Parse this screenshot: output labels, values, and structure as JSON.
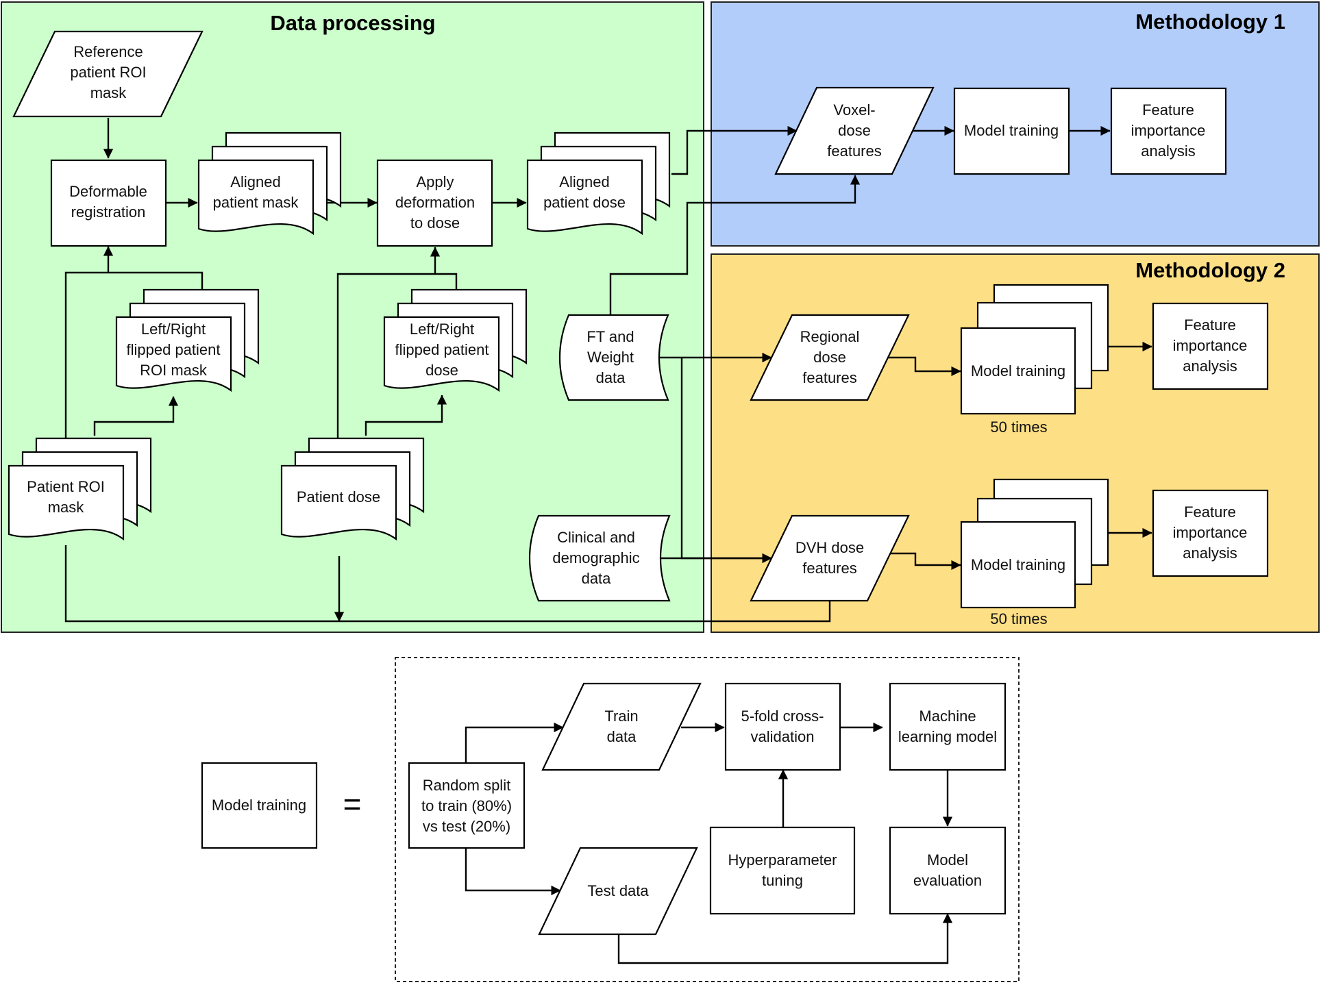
{
  "panels": {
    "data_processing": "Data processing",
    "methodology_1": "Methodology 1",
    "methodology_2": "Methodology 2"
  },
  "colors": {
    "data_processing_bg": "#ccffcc",
    "methodology_1_bg": "#b3cdfb",
    "methodology_2_bg": "#fddf86",
    "stroke": "#000000"
  },
  "nodes": {
    "reference_mask": [
      "Reference",
      "patient ROI",
      "mask"
    ],
    "deformable_registration": [
      "Deformable",
      "registration"
    ],
    "aligned_mask": [
      "Aligned",
      "patient mask"
    ],
    "apply_deformation": [
      "Apply",
      "deformation",
      "to dose"
    ],
    "aligned_dose": [
      "Aligned",
      "patient dose"
    ],
    "flipped_mask": [
      "Left/Right",
      "flipped patient",
      "ROI mask"
    ],
    "flipped_dose": [
      "Left/Right",
      "flipped patient",
      "dose"
    ],
    "ft_weight": [
      "FT and",
      "Weight",
      "data"
    ],
    "patient_roi_mask": [
      "Patient ROI",
      "mask"
    ],
    "patient_dose": [
      "Patient dose"
    ],
    "clinical_data": [
      "Clinical and",
      "demographic",
      "data"
    ],
    "voxel_features": [
      "Voxel-",
      "dose",
      "features"
    ],
    "m1_model_training": [
      "Model training"
    ],
    "m1_feature_importance": [
      "Feature",
      "importance",
      "analysis"
    ],
    "regional_features": [
      "Regional",
      "dose",
      "features"
    ],
    "m2a_model_training": [
      "Model training"
    ],
    "m2a_repeat": "50 times",
    "m2a_feature_importance": [
      "Feature",
      "importance",
      "analysis"
    ],
    "dvh_features": [
      "DVH dose",
      "features"
    ],
    "m2b_model_training": [
      "Model training"
    ],
    "m2b_repeat": "50 times",
    "m2b_feature_importance": [
      "Feature",
      "importance",
      "analysis"
    ]
  },
  "legend": {
    "model_training": [
      "Model training"
    ],
    "equals": "=",
    "random_split": [
      "Random split",
      "to train (80%)",
      "vs test (20%)"
    ],
    "train_data": [
      "Train",
      "data"
    ],
    "test_data": [
      "Test data"
    ],
    "cross_validation": [
      "5-fold cross-",
      "validation"
    ],
    "ml_model": [
      "Machine",
      "learning model"
    ],
    "hyperparameter": [
      "Hyperparameter",
      "tuning"
    ],
    "model_evaluation": [
      "Model",
      "evaluation"
    ]
  }
}
